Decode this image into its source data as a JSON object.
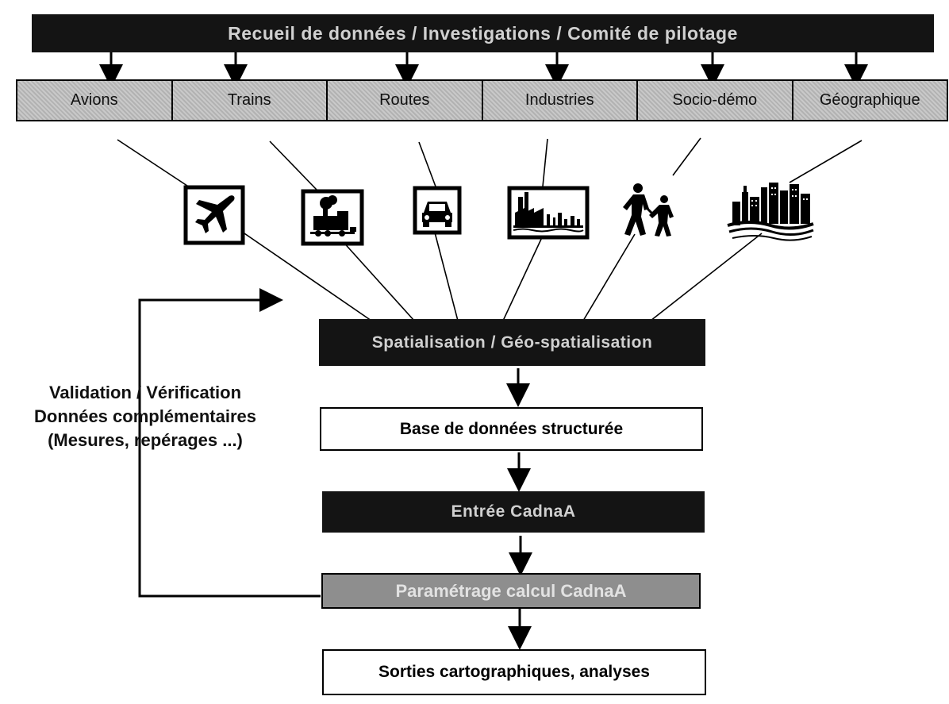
{
  "header": {
    "title": "Recueil de données / Investigations / Comité de pilotage"
  },
  "categories": [
    {
      "label": "Avions",
      "icon": "airplane-icon"
    },
    {
      "label": "Trains",
      "icon": "train-icon"
    },
    {
      "label": "Routes",
      "icon": "car-icon"
    },
    {
      "label": "Industries",
      "icon": "factory-icon"
    },
    {
      "label": "Socio-démo",
      "icon": "people-icon"
    },
    {
      "label": "Géographique",
      "icon": "city-icon"
    }
  ],
  "steps": {
    "spatialization": "Spatialisation / Géo-spatialisation",
    "database": "Base de données structurée",
    "entry": "Entrée CadnaA",
    "parameters": "Paramétrage calcul CadnaA",
    "outputs": "Sorties cartographiques, analyses"
  },
  "feedback": {
    "line1": "Validation / Vérification",
    "line2": "Données complémentaires",
    "line3": "(Mesures, repérages ...)"
  }
}
